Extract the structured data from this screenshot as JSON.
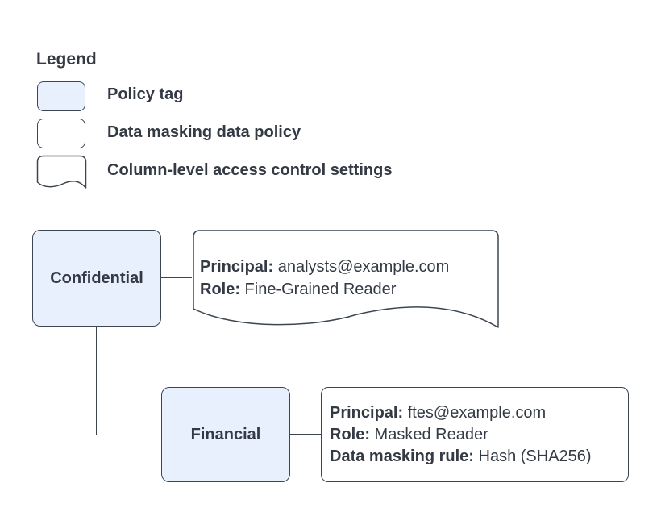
{
  "colors": {
    "policy_tag_fill": "#e8f0fe",
    "shape_stroke": "#3c4651",
    "text": "#333a44",
    "background": "#ffffff"
  },
  "legend": {
    "title": "Legend",
    "items": [
      {
        "swatch": "policy-tag",
        "label": "Policy tag"
      },
      {
        "swatch": "data-masking-data-policy",
        "label": "Data masking data policy"
      },
      {
        "swatch": "column-level-access-control-settings",
        "label": "Column-level access control settings"
      }
    ]
  },
  "diagram": {
    "policy_tags": [
      {
        "name": "Confidential"
      },
      {
        "name": "Financial"
      }
    ],
    "confidential_settings": {
      "lines": [
        {
          "label": "Principal:",
          "value": " analysts@example.com"
        },
        {
          "label": "Role:",
          "value": " Fine-Grained Reader"
        }
      ]
    },
    "financial_policy": {
      "lines": [
        {
          "label": "Principal:",
          "value": " ftes@example.com"
        },
        {
          "label": "Role:",
          "value": " Masked Reader"
        },
        {
          "label": "Data masking rule:",
          "value": " Hash (SHA256)"
        }
      ]
    }
  }
}
